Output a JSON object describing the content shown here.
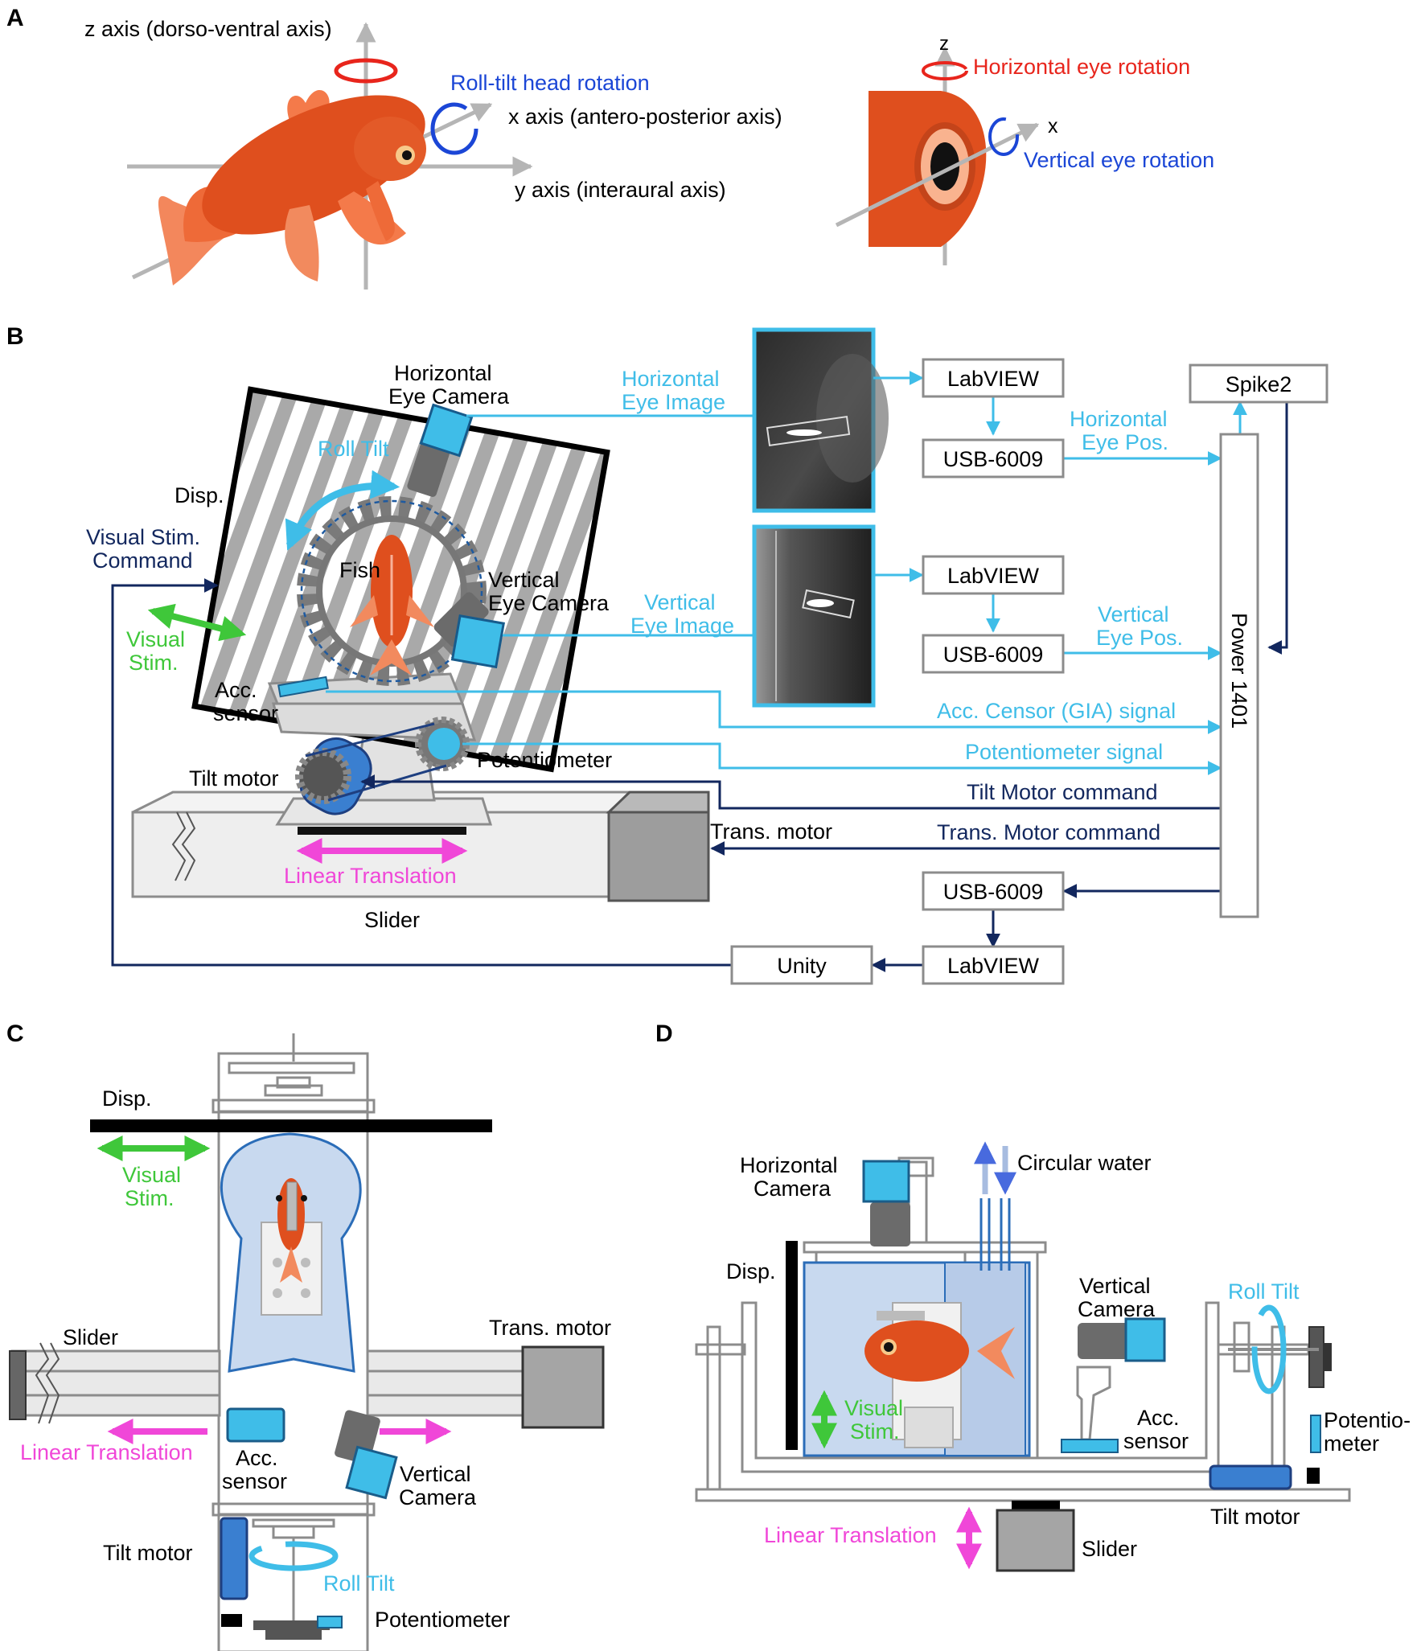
{
  "colors": {
    "dark_blue": "#12275e",
    "light_blue": "#3fbde8",
    "blue": "#1b46d6",
    "red": "#e8251c",
    "green": "#3fc73a",
    "magenta": "#f047d8",
    "fish_orange": "#df4f1e",
    "gray": "#8c8c8c"
  },
  "panel_a": {
    "label": "A",
    "z_axis": "z axis (dorso-ventral axis)",
    "x_axis": "x axis (antero-posterior axis)",
    "y_axis": "y axis (interaural axis)",
    "roll_tilt": "Roll-tilt head rotation",
    "z_short": "z",
    "x_short": "x",
    "horizontal_eye_rotation": "Horizontal eye rotation",
    "vertical_eye_rotation": "Vertical eye rotation"
  },
  "panel_b": {
    "label": "B",
    "horizontal_eye_camera": [
      "Horizontal",
      "Eye Camera"
    ],
    "roll_tilt": "Roll Tilt",
    "disp": "Disp.",
    "visual_stim_command": [
      "Visual Stim.",
      "Command"
    ],
    "fish": "Fish",
    "vertical_eye_camera": [
      "Vertical",
      "Eye Camera"
    ],
    "visual_stim": [
      "Visual",
      "Stim."
    ],
    "acc_sensor": [
      "Acc.",
      "sensor"
    ],
    "potentiometer": "Potentiometer",
    "tilt_motor": "Tilt motor",
    "trans_motor": "Trans. motor",
    "linear_translation": "Linear Translation",
    "slider": "Slider",
    "horizontal_eye_image": [
      "Horizontal",
      "Eye Image"
    ],
    "vertical_eye_image": [
      "Vertical",
      "Eye Image"
    ],
    "labview": "LabVIEW",
    "usb": "USB-6009",
    "spike2": "Spike2",
    "horizontal_eye_pos": [
      "Horizontal",
      "Eye Pos."
    ],
    "vertical_eye_pos": [
      "Vertical",
      "Eye Pos."
    ],
    "power1401": "Power 1401",
    "acc_signal": "Acc. Censor (GIA) signal",
    "pot_signal": "Potentiometer signal",
    "tilt_cmd": "Tilt Motor command",
    "trans_cmd": "Trans. Motor command",
    "unity": "Unity"
  },
  "panel_c": {
    "label": "C",
    "disp": "Disp.",
    "visual_stim": [
      "Visual",
      "Stim."
    ],
    "slider": "Slider",
    "trans_motor": "Trans. motor",
    "linear_translation": "Linear Translation",
    "acc_sensor": [
      "Acc.",
      "sensor"
    ],
    "vertical_camera": [
      "Vertical",
      "Camera"
    ],
    "tilt_motor": "Tilt motor",
    "roll_tilt": "Roll Tilt",
    "potentiometer": "Potentiometer"
  },
  "panel_d": {
    "label": "D",
    "horizontal_camera": [
      "Horizontal",
      "Camera"
    ],
    "circular_water": "Circular water",
    "disp": "Disp.",
    "vertical_camera": [
      "Vertical",
      "Camera"
    ],
    "roll_tilt": "Roll Tilt",
    "visual_stim": [
      "Visual",
      "Stim."
    ],
    "acc_sensor": [
      "Acc.",
      "sensor"
    ],
    "potentiometer": [
      "Potentio-",
      "meter"
    ],
    "tilt_motor": "Tilt motor",
    "linear_translation": "Linear Translation",
    "slider": "Slider"
  }
}
